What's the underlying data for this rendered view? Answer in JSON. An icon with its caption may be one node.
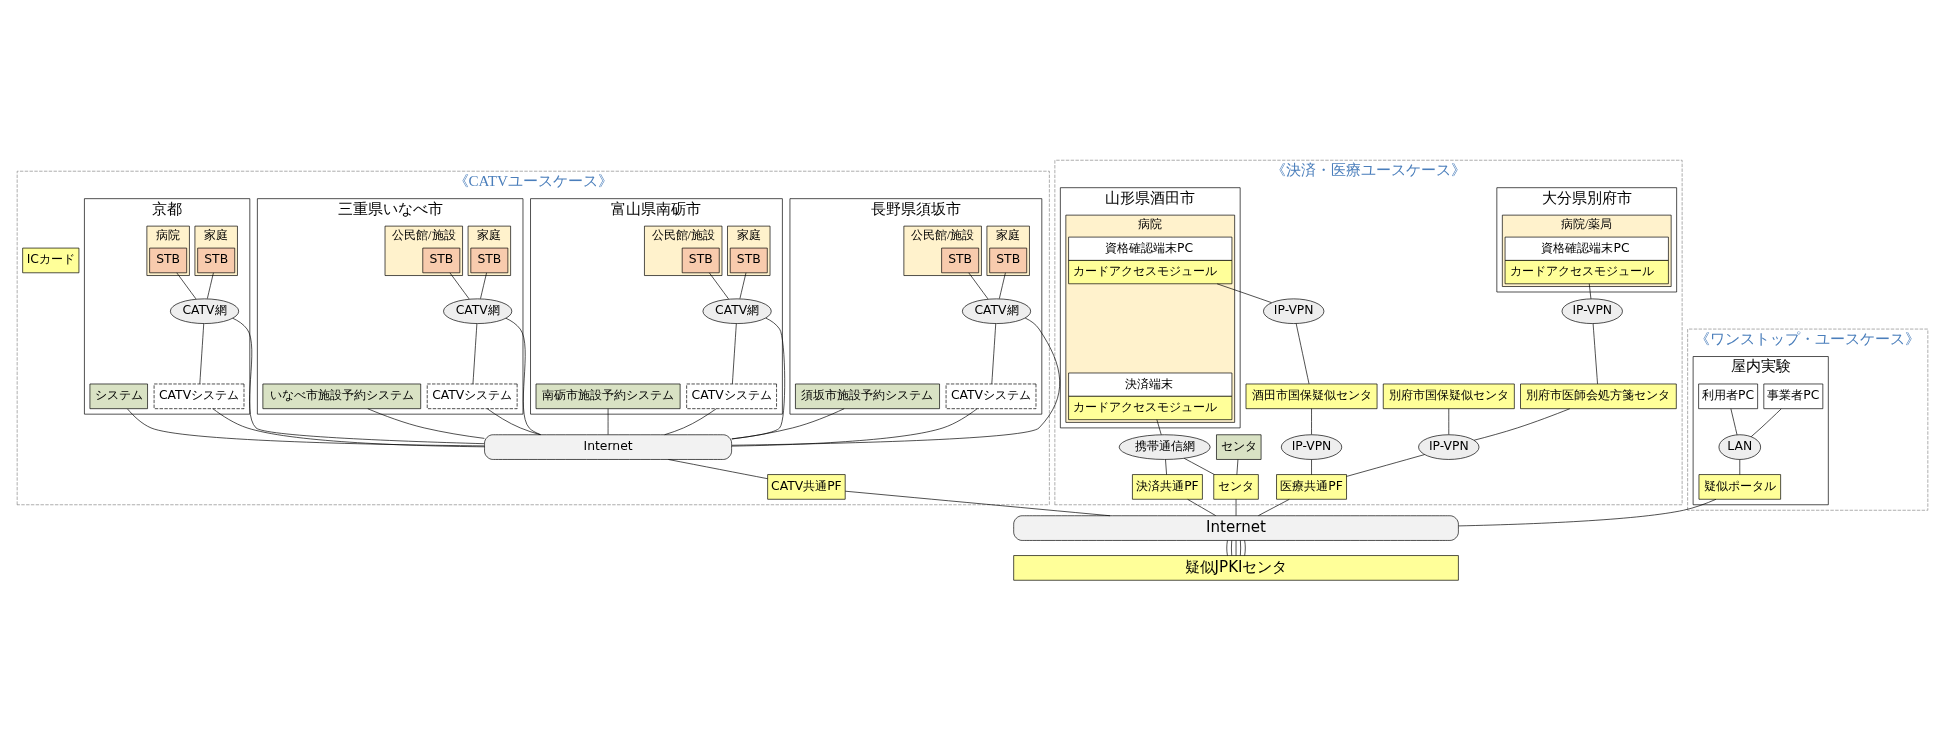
{
  "diagram": {
    "nodes": [
      {
        "text": [
          "《CATVユースケース》"
        ]
      },
      {
        "text": [
          "京都"
        ],
        "in": 0
      },
      {
        "text": [
          "病院"
        ],
        "in": 1
      },
      {
        "text": [
          "STB"
        ],
        "in": 2
      },
      {
        "text": [
          "家庭"
        ],
        "in": 1
      },
      {
        "text": [
          "STB"
        ],
        "in": 4
      },
      {
        "text": [
          "CATV網"
        ],
        "in": 1
      },
      {
        "text": [
          "CATVシステム"
        ],
        "in": 1
      },
      {
        "text": [
          "システム"
        ],
        "in": 1
      },
      {
        "text": [
          "三重県いなべ市"
        ],
        "in": 0
      },
      {
        "text": [
          "公民館/施設"
        ],
        "in": 9
      },
      {
        "text": [
          "STB"
        ],
        "in": 10
      },
      {
        "text": [
          "家庭"
        ],
        "in": 9
      },
      {
        "text": [
          "STB"
        ],
        "in": 12
      },
      {
        "text": [
          "CATV網"
        ],
        "in": 9
      },
      {
        "text": [
          "CATVシステム"
        ],
        "in": 9
      },
      {
        "text": [
          "いなべ市施設予約システム"
        ],
        "in": 9
      },
      {
        "text": [
          "富山県南砺市"
        ],
        "in": 0
      },
      {
        "text": [
          "公民館/施設"
        ],
        "in": 17
      },
      {
        "text": [
          "STB"
        ],
        "in": 18
      },
      {
        "text": [
          "家庭"
        ],
        "in": 17
      },
      {
        "text": [
          "STB"
        ],
        "in": 20
      },
      {
        "text": [
          "CATV網"
        ],
        "in": 17
      },
      {
        "text": [
          "CATVシステム"
        ],
        "in": 17
      },
      {
        "text": [
          "南砺市施設予約システム"
        ],
        "in": 17
      },
      {
        "text": [
          "長野県須坂市"
        ],
        "in": 0
      },
      {
        "text": [
          "公民館/施設"
        ],
        "in": 25
      },
      {
        "text": [
          "STB"
        ],
        "in": 26
      },
      {
        "text": [
          "家庭"
        ],
        "in": 25
      },
      {
        "text": [
          "STB"
        ],
        "in": 28
      },
      {
        "text": [
          "CATV網"
        ],
        "in": 25
      },
      {
        "text": [
          "CATVシステム"
        ],
        "in": 25
      },
      {
        "text": [
          "須坂市施設予約システム"
        ],
        "in": 25
      },
      {
        "text": [
          "Internet"
        ],
        "in": 0
      },
      {
        "text": [
          "CATV共通PF"
        ],
        "in": 0
      },
      {
        "text": [
          "ICカード"
        ],
        "in": 0
      },
      {
        "text": [
          "《決済・医療ユースケース》"
        ]
      },
      {
        "text": [
          "山形県酒田市"
        ],
        "in": 36
      },
      {
        "text": [
          "病院"
        ],
        "in": 37
      },
      {
        "text": [
          "決済端末",
          "カードアクセスモジュール"
        ],
        "in": 38
      },
      {
        "text": [
          "資格確認端末PC",
          "カードアクセスモジュール"
        ],
        "in": 38
      },
      {
        "text": [
          "大分県別府市"
        ],
        "in": 36
      },
      {
        "text": [
          "病院/薬局"
        ],
        "in": 41
      },
      {
        "text": [
          "資格確認端末PC",
          "カードアクセスモジュール"
        ],
        "in": 42
      },
      {
        "text": [
          "携帯通信網"
        ],
        "in": 36
      },
      {
        "text": [
          "IP-VPN"
        ],
        "in": 36
      },
      {
        "text": [
          "IP-VPN"
        ],
        "in": 36
      },
      {
        "text": [
          "センタ"
        ],
        "in": 36
      },
      {
        "text": [
          "酒田市国保疑似センタ"
        ],
        "in": 36
      },
      {
        "text": [
          "別府市国保疑似センタ"
        ],
        "in": 36
      },
      {
        "text": [
          "別府市医師会処方箋センタ"
        ],
        "in": 36
      },
      {
        "text": [
          "IP-VPN"
        ],
        "in": 36
      },
      {
        "text": [
          "IP-VPN"
        ],
        "in": 36
      },
      {
        "text": [
          "決済共通PF"
        ],
        "in": 36
      },
      {
        "text": [
          "センタ"
        ],
        "in": 36
      },
      {
        "text": [
          "医療共通PF"
        ],
        "in": 36
      },
      {
        "text": [
          "《ワンストップ・ユースケース》"
        ]
      },
      {
        "text": [
          "屋内実験"
        ],
        "in": 56
      },
      {
        "text": [
          "利用者PC"
        ],
        "in": 57
      },
      {
        "text": [
          "事業者PC"
        ],
        "in": 57
      },
      {
        "text": [
          "LAN"
        ],
        "in": 57
      },
      {
        "text": [
          "疑似ポータル"
        ],
        "in": 57
      },
      {
        "text": [
          "Internet"
        ]
      },
      {
        "text": [
          "疑似JPKIセンタ"
        ]
      }
    ],
    "edges": [
      {
        "from": 3,
        "to": 6,
        "arrow": "none"
      },
      {
        "from": 5,
        "to": 6,
        "arrow": "none"
      },
      {
        "from": 6,
        "to": 7,
        "arrow": "none"
      },
      {
        "from": 6,
        "to": 33,
        "arrow": "none"
      },
      {
        "from": 7,
        "to": 33,
        "arrow": "none"
      },
      {
        "from": 8,
        "to": 33,
        "arrow": "none"
      },
      {
        "from": 11,
        "to": 14,
        "arrow": "none"
      },
      {
        "from": 13,
        "to": 14,
        "arrow": "none"
      },
      {
        "from": 14,
        "to": 15,
        "arrow": "none"
      },
      {
        "from": 14,
        "to": 33,
        "arrow": "none"
      },
      {
        "from": 15,
        "to": 33,
        "arrow": "none"
      },
      {
        "from": 16,
        "to": 33,
        "arrow": "none"
      },
      {
        "from": 19,
        "to": 22,
        "arrow": "none"
      },
      {
        "from": 21,
        "to": 22,
        "arrow": "none"
      },
      {
        "from": 22,
        "to": 23,
        "arrow": "none"
      },
      {
        "from": 22,
        "to": 33,
        "arrow": "none"
      },
      {
        "from": 23,
        "to": 33,
        "arrow": "none"
      },
      {
        "from": 24,
        "to": 33,
        "arrow": "none"
      },
      {
        "from": 27,
        "to": 30,
        "arrow": "none"
      },
      {
        "from": 29,
        "to": 30,
        "arrow": "none"
      },
      {
        "from": 30,
        "to": 31,
        "arrow": "none"
      },
      {
        "from": 30,
        "to": 33,
        "arrow": "none"
      },
      {
        "from": 31,
        "to": 33,
        "arrow": "none"
      },
      {
        "from": 32,
        "to": 33,
        "arrow": "none"
      },
      {
        "from": 33,
        "to": 34,
        "arrow": "none"
      },
      {
        "from": 39,
        "to": 44,
        "arrow": "none"
      },
      {
        "from": 40,
        "to": 45,
        "arrow": "none"
      },
      {
        "from": 43,
        "to": 46,
        "arrow": "none"
      },
      {
        "from": 44,
        "to": 53,
        "arrow": "none"
      },
      {
        "from": 44,
        "to": 54,
        "arrow": "none"
      },
      {
        "from": 47,
        "to": 54,
        "arrow": "none"
      },
      {
        "from": 45,
        "to": 48,
        "arrow": "none"
      },
      {
        "from": 46,
        "to": 50,
        "arrow": "none"
      },
      {
        "from": 48,
        "to": 51,
        "arrow": "none"
      },
      {
        "from": 49,
        "to": 52,
        "arrow": "none"
      },
      {
        "from": 50,
        "to": 52,
        "arrow": "none"
      },
      {
        "from": 51,
        "to": 55,
        "arrow": "none"
      },
      {
        "from": 52,
        "to": 55,
        "arrow": "none"
      },
      {
        "from": 58,
        "to": 60,
        "arrow": "none"
      },
      {
        "from": 59,
        "to": 60,
        "arrow": "none"
      },
      {
        "from": 60,
        "to": 61,
        "arrow": "none"
      },
      {
        "from": 34,
        "to": 62,
        "arrow": "none"
      },
      {
        "from": 53,
        "to": 62,
        "arrow": "none"
      },
      {
        "from": 54,
        "to": 62,
        "arrow": "none"
      },
      {
        "from": 55,
        "to": 62,
        "arrow": "none"
      },
      {
        "from": 61,
        "to": 62,
        "arrow": "none"
      },
      {
        "from": 62,
        "to": 63,
        "arrow": "none"
      },
      {
        "from": 62,
        "to": 63,
        "arrow": "none"
      },
      {
        "from": 62,
        "to": 63,
        "arrow": "none"
      },
      {
        "from": 62,
        "to": 63,
        "arrow": "none"
      },
      {
        "from": 62,
        "to": 63,
        "arrow": "none"
      }
    ]
  }
}
